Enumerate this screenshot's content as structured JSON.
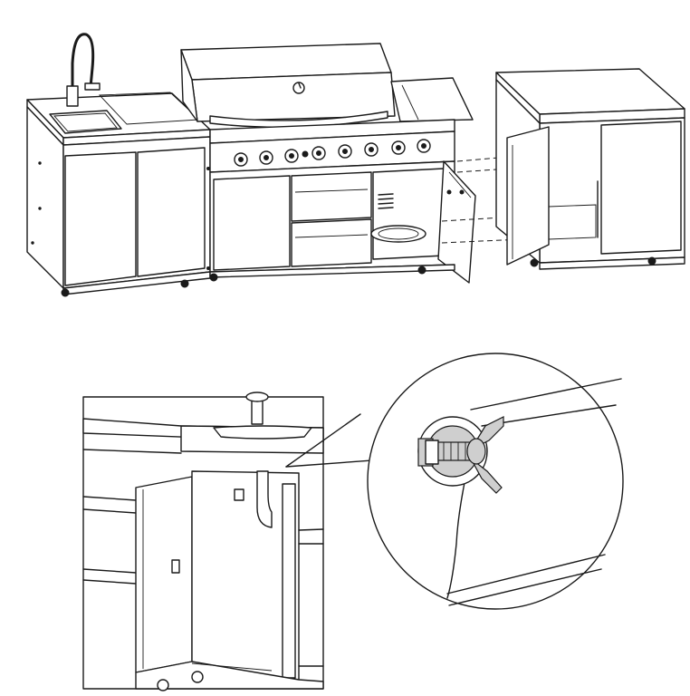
{
  "figure": {
    "kind": "assembly-instruction-illustration",
    "steps": [
      {
        "name": "attach-side-cabinet",
        "parts": [
          "sink-cabinet",
          "grill-unit",
          "side-cabinet"
        ]
      },
      {
        "name": "secure-with-wing-bolt",
        "parts": [
          "sink-cabinet-detail",
          "wing-nut-bolt"
        ]
      }
    ],
    "icons": [
      "faucet-icon",
      "burner-knob-icon",
      "wing-nut-icon",
      "caster-wheel-icon"
    ],
    "colors": {
      "line": "#1a1a1a",
      "background": "#ffffff",
      "shade": "#cfcfcf"
    }
  }
}
